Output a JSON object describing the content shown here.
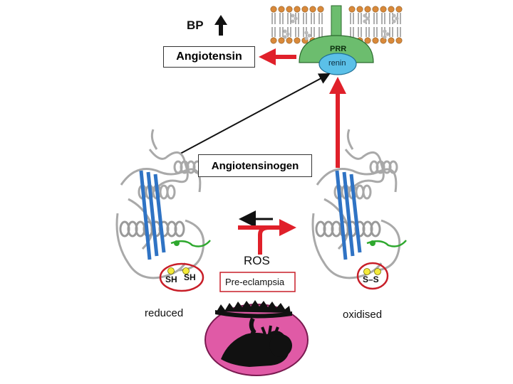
{
  "bp_label": "BP",
  "angiotensin_label": "Angiotensin",
  "prr_label": "PRR",
  "renin_label": "renin",
  "angiotensinogen_label": "Angiotensinogen",
  "ros_label": "ROS",
  "preeclampsia_label": "Pre-eclampsia",
  "reduced": {
    "caption": "reduced",
    "sh_left": "SH",
    "sh_right": "SH"
  },
  "oxidised": {
    "caption": "oxidised",
    "ss": "S–S"
  },
  "colors": {
    "arrow_red": "#e0202a",
    "prr_green": "#6cbd6e",
    "renin_blue": "#5bc0e8",
    "protein_gray": "#a9a9a9",
    "strand_blue": "#2f73c4",
    "ring_red": "#c81e28",
    "womb_pink": "#e05aa6"
  }
}
